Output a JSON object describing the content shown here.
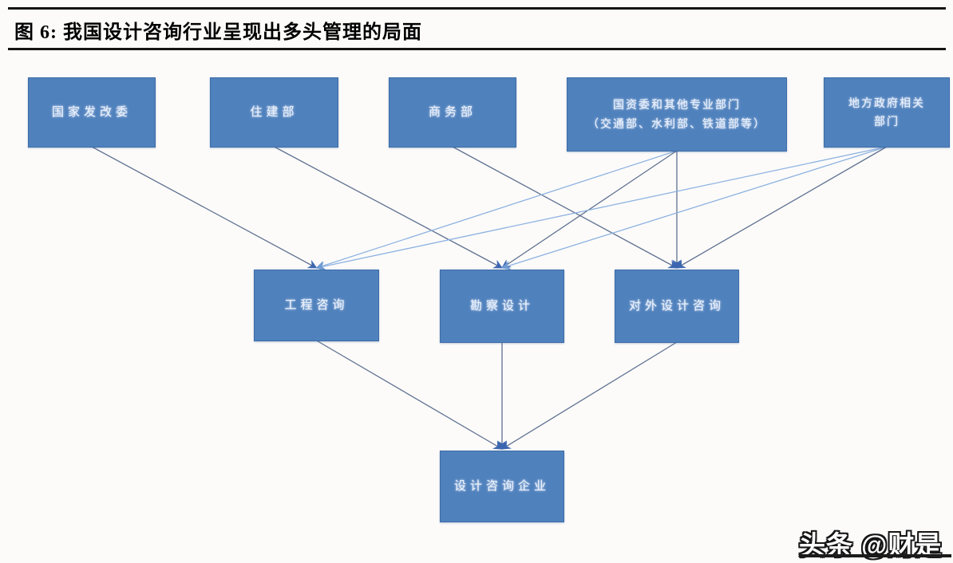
{
  "figure": {
    "title": "图 6: 我国设计咨询行业呈现出多头管理的局面"
  },
  "diagram": {
    "nodes": [
      {
        "id": "ndrc",
        "lines": [
          "国家发改委"
        ]
      },
      {
        "id": "mohurd",
        "lines": [
          "住建部"
        ]
      },
      {
        "id": "mofcom",
        "lines": [
          "商务部"
        ]
      },
      {
        "id": "sasac",
        "lines": [
          "国资委和其他专业部门",
          "（交通部、水利部、铁道部等）"
        ]
      },
      {
        "id": "local",
        "lines": [
          "地方政府相关",
          "部门"
        ]
      },
      {
        "id": "eng",
        "lines": [
          "工程咨询"
        ]
      },
      {
        "id": "survey",
        "lines": [
          "勘察设计"
        ]
      },
      {
        "id": "foreign",
        "lines": [
          "对外设计咨询"
        ]
      },
      {
        "id": "firms",
        "lines": [
          "设计咨询企业"
        ]
      }
    ],
    "edges": [
      {
        "from": "ndrc",
        "to": "eng",
        "tone": "dark"
      },
      {
        "from": "mohurd",
        "to": "survey",
        "tone": "dark"
      },
      {
        "from": "mofcom",
        "to": "foreign",
        "tone": "dark"
      },
      {
        "from": "sasac",
        "to": "eng",
        "tone": "light"
      },
      {
        "from": "sasac",
        "to": "survey",
        "tone": "dark"
      },
      {
        "from": "sasac",
        "to": "foreign",
        "tone": "dark"
      },
      {
        "from": "local",
        "to": "eng",
        "tone": "light"
      },
      {
        "from": "local",
        "to": "survey",
        "tone": "light"
      },
      {
        "from": "local",
        "to": "foreign",
        "tone": "dark"
      },
      {
        "from": "eng",
        "to": "firms",
        "tone": "dark"
      },
      {
        "from": "survey",
        "to": "firms",
        "tone": "dark"
      },
      {
        "from": "foreign",
        "to": "firms",
        "tone": "dark"
      }
    ],
    "colors": {
      "box_fill": "#4f81bd",
      "box_border": "#3d6ca8",
      "arrow_dark": "#5f7190",
      "arrow_light": "#8db2e0",
      "arrowhead_dark": "#3c66b0",
      "arrowhead_light": "#6f9bd3"
    }
  },
  "footer": {
    "watermark": "头条 @财是"
  }
}
